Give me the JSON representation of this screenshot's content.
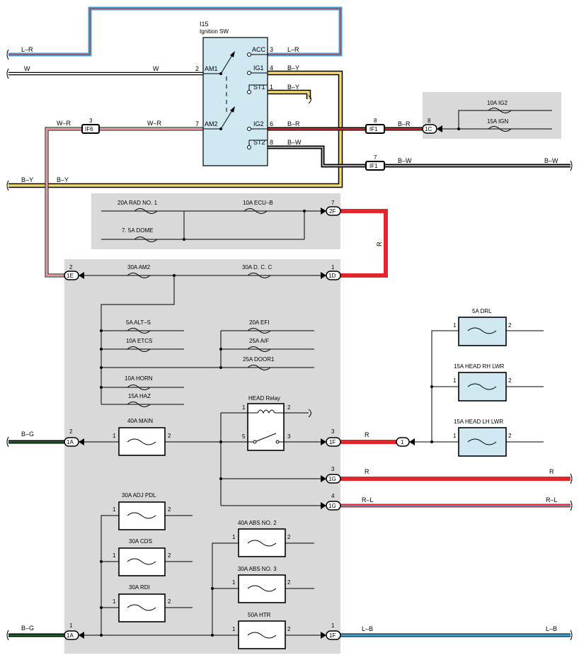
{
  "switch": {
    "code": "I15",
    "name": "Ignition SW"
  },
  "switch_terminals": [
    {
      "id": "AM1",
      "pin": "2"
    },
    {
      "id": "AM2",
      "pin": "7"
    },
    {
      "id": "ACC",
      "pin": "3"
    },
    {
      "id": "IG1",
      "pin": "4"
    },
    {
      "id": "ST1",
      "pin": "1"
    },
    {
      "id": "IG2",
      "pin": "6"
    },
    {
      "id": "ST2",
      "pin": "8"
    }
  ],
  "wire_colors": {
    "L-R": "L–R",
    "W": "W",
    "B-Y": "B–Y",
    "W-R": "W–R",
    "B-R": "B–R",
    "B-W": "B–W",
    "R": "R",
    "B-G": "B–G",
    "R-L": "R–L",
    "L-B": "L–B"
  },
  "connectors": {
    "IF6": "IF6",
    "IF1": "IF1",
    "1C": "1C",
    "2F": "2F",
    "1D": "1D",
    "1E": "1E",
    "1A": "1A",
    "1F": "1F",
    "1G": "1G",
    "J1": "1"
  },
  "pins": {
    "p1": "1",
    "p2": "2",
    "p3": "3",
    "p4": "4",
    "p5": "5",
    "p6": "6",
    "p7": "7",
    "p8": "8"
  },
  "fuses": {
    "ig2": "10A IG2",
    "ign": "15A IGN",
    "rad1": "20A RAD NO. 1",
    "ecub": "10A ECU–B",
    "dome": "7. 5A DOME",
    "am2": "30A AM2",
    "dcc": "30A D. C. C",
    "alts": "5A ALT–S",
    "etcs": "10A ETCS",
    "efi": "20A EFI",
    "af": "25A A/F",
    "door1": "25A DOOR1",
    "horn": "10A HORN",
    "haz": "15A HAZ",
    "main": "40A MAIN",
    "adjpdl": "30A ADJ PDL",
    "cds": "30A CDS",
    "rdi": "30A RDI",
    "abs2": "40A ABS NO. 2",
    "abs3": "30A ABS NO. 3",
    "htr": "50A HTR",
    "drl": "5A DRL",
    "headrh": "15A HEAD RH LWR",
    "headlh": "15A HEAD LH LWR"
  },
  "relay": {
    "name": "HEAD Relay"
  },
  "colors": {
    "panel": "#d9d9d9",
    "switch_body": "#cfe8f2",
    "wire_red": "#e3262b",
    "wire_blue": "#3aa6dc",
    "wire_yellow": "#f4dc6c",
    "wire_green": "#1e8a3c"
  }
}
